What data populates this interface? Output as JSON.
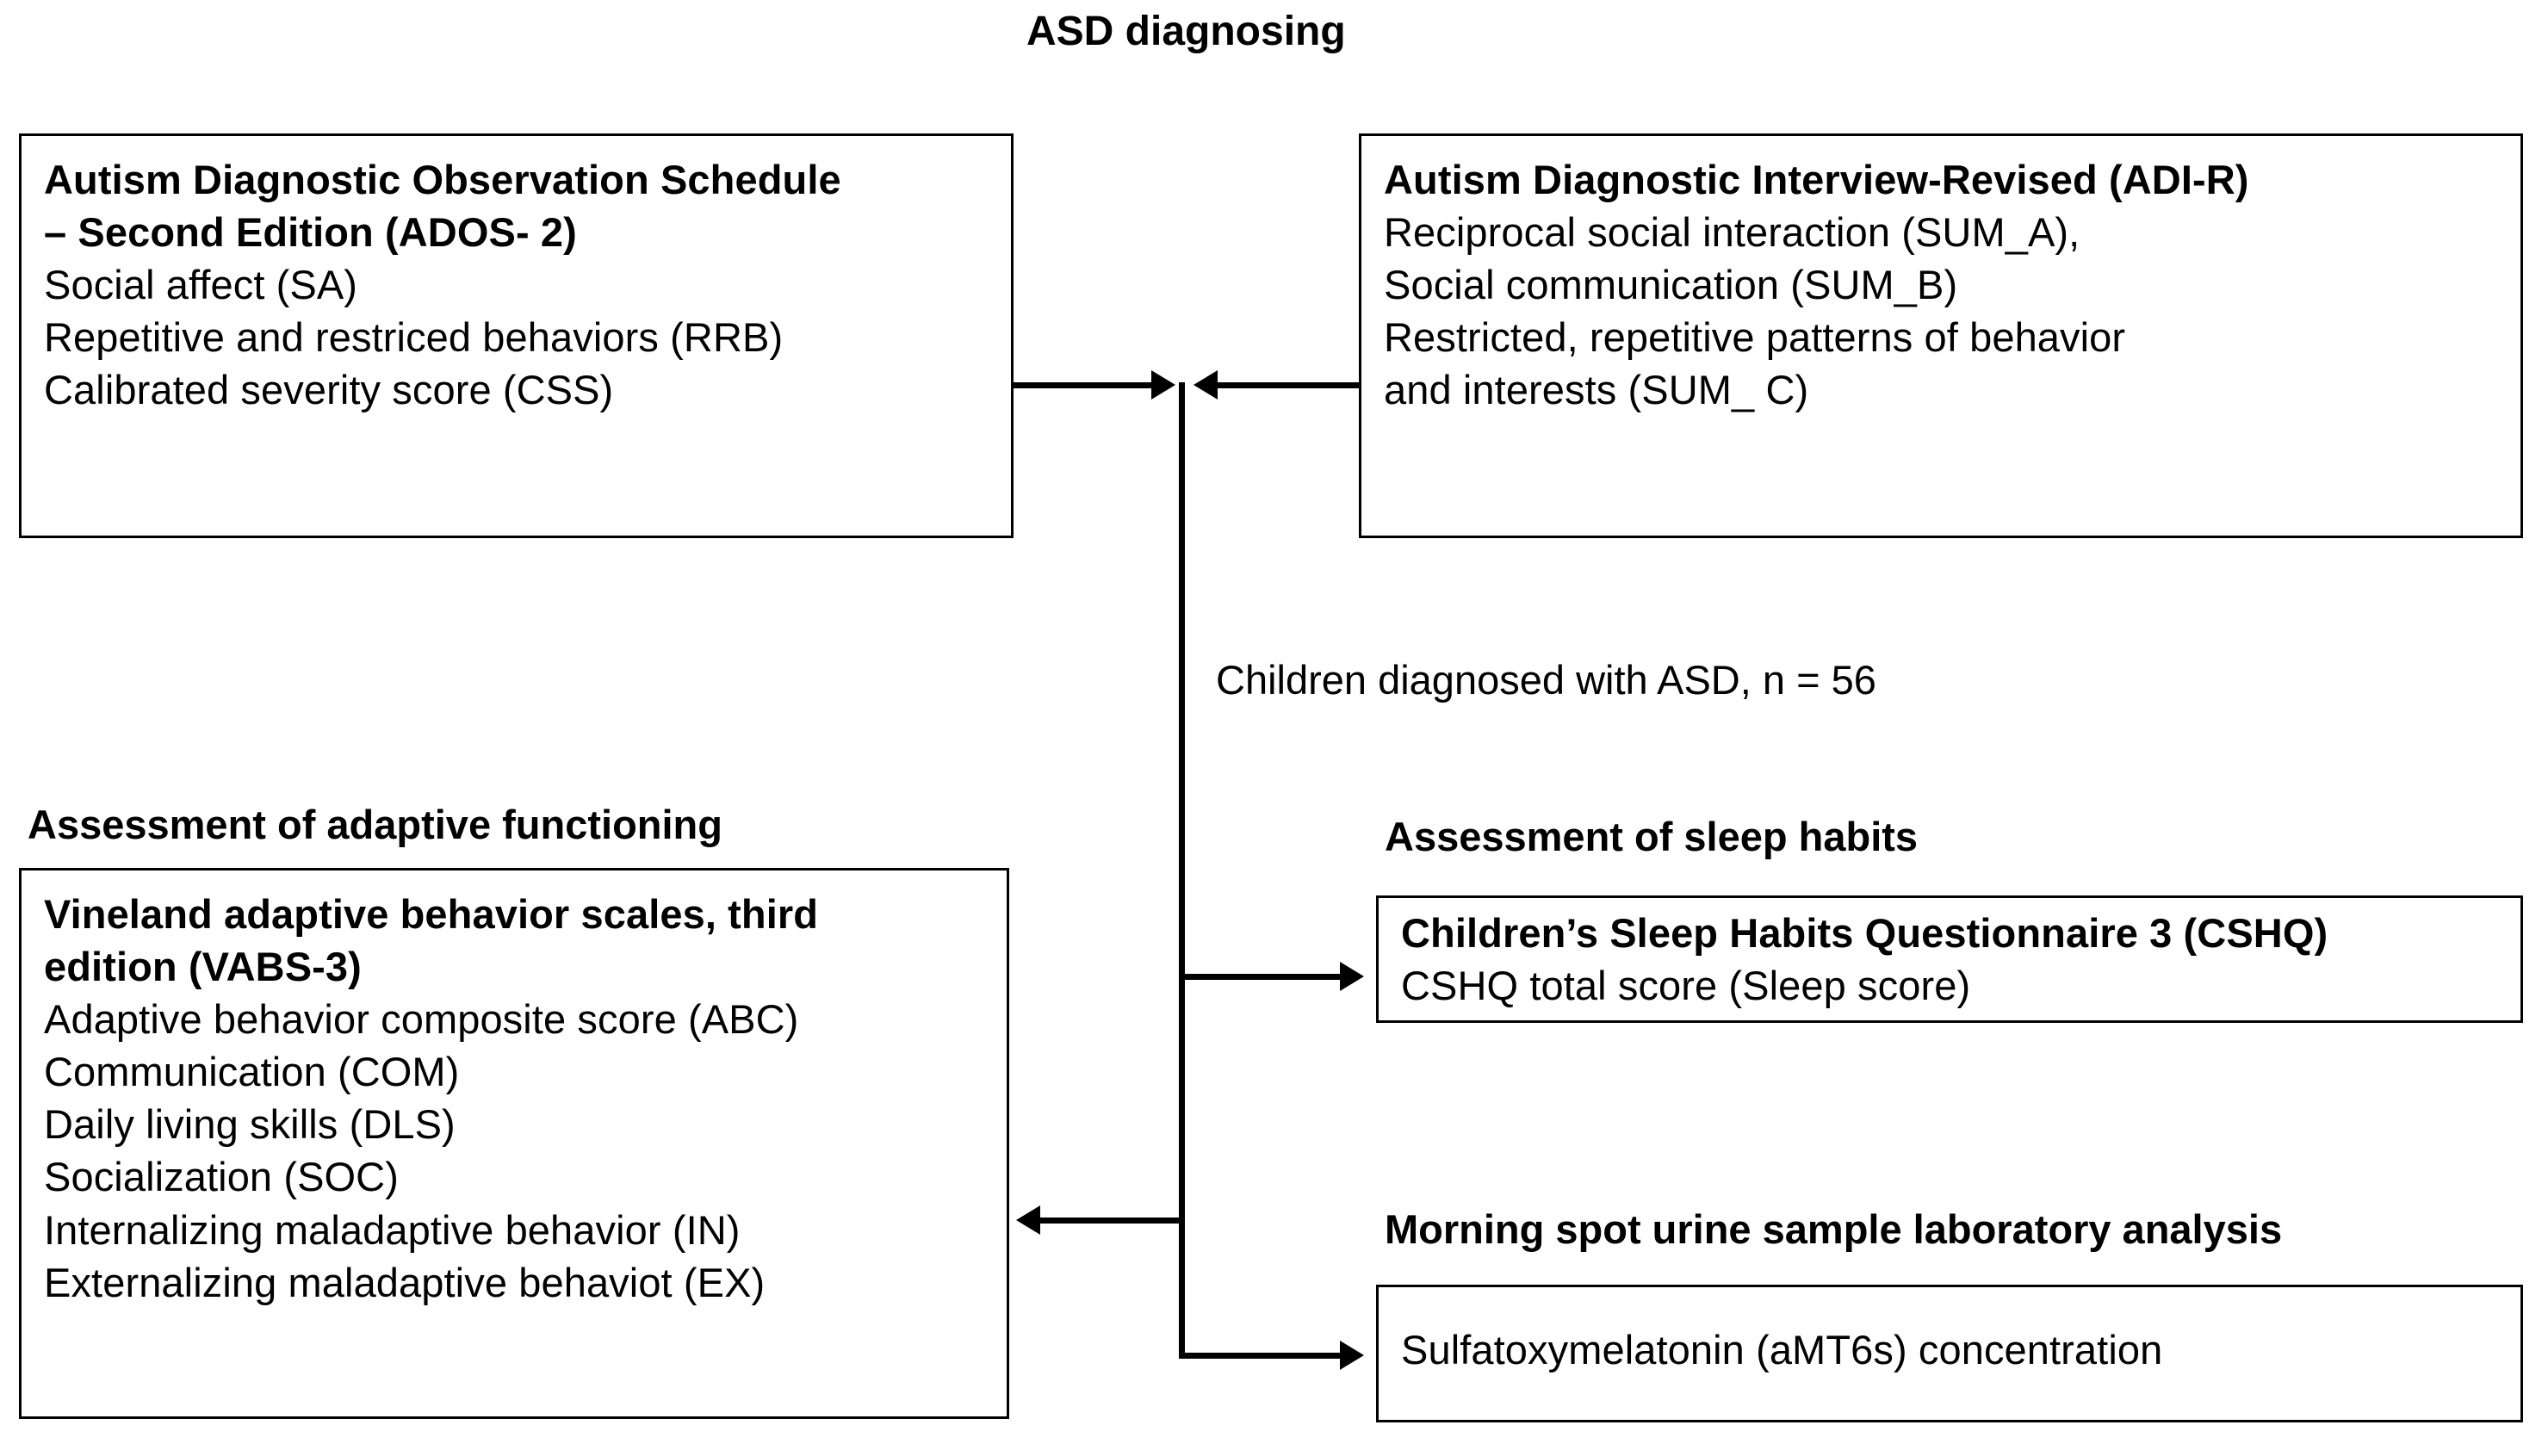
{
  "diagram": {
    "title": "ASD diagnosing",
    "center_caption": "Children diagnosed with ASD, n = 56"
  },
  "nodes": {
    "ados": {
      "heading_line_1": "Autism Diagnostic Observation Schedule",
      "heading_line_2": "– Second Edition (ADOS- 2)",
      "items": [
        "Social affect (SA)",
        "Repetitive and restriced behaviors (RRB)",
        "Calibrated severity score (CSS)"
      ]
    },
    "adir": {
      "heading_line_1": "Autism Diagnostic Interview-Revised (ADI-R)",
      "items": [
        "Reciprocal social interaction (SUM_A),",
        "Social communication (SUM_B)",
        "Restricted, repetitive patterns of behavior",
        "and interests (SUM_ C)"
      ]
    },
    "vabs": {
      "section_label": "Assessment of adaptive functioning",
      "heading_line_1": "Vineland adaptive behavior scales, third",
      "heading_line_2": "edition (VABS-3)",
      "items": [
        "Adaptive behavior composite score (ABC)",
        "Communication (COM)",
        "Daily living skills (DLS)",
        "Socialization (SOC)",
        "Internalizing maladaptive behavior (IN)",
        "Externalizing maladaptive behaviot (EX)"
      ]
    },
    "cshq": {
      "section_label": "Assessment of sleep habits",
      "heading_line_1": "Children’s Sleep Habits Questionnaire 3 (CSHQ)",
      "items": [
        "CSHQ total score (Sleep score)"
      ]
    },
    "urine": {
      "section_label": "Morning spot urine sample laboratory analysis",
      "items": [
        "Sulfatoxymelatonin (aMT6s) concentration"
      ]
    }
  },
  "colors": {
    "stroke": "#000000",
    "background": "#ffffff",
    "text": "#000000"
  }
}
